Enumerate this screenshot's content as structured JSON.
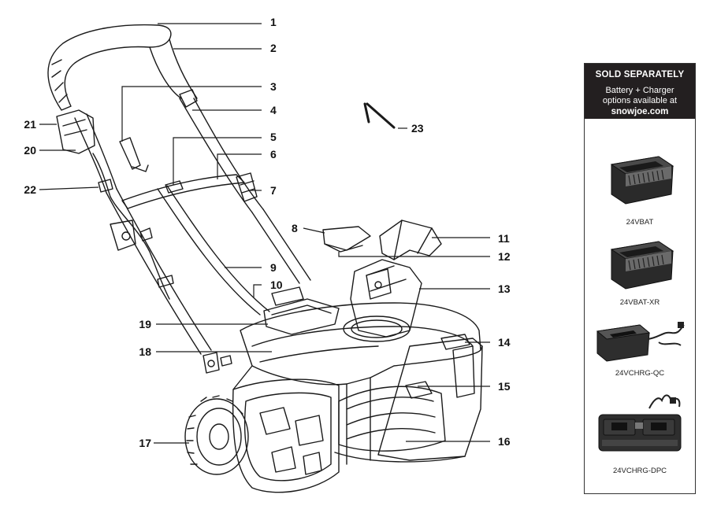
{
  "callouts": [
    {
      "id": "1",
      "label": "1"
    },
    {
      "id": "2",
      "label": "2"
    },
    {
      "id": "3",
      "label": "3"
    },
    {
      "id": "4",
      "label": "4"
    },
    {
      "id": "5",
      "label": "5"
    },
    {
      "id": "6",
      "label": "6"
    },
    {
      "id": "7",
      "label": "7"
    },
    {
      "id": "8",
      "label": "8"
    },
    {
      "id": "9",
      "label": "9"
    },
    {
      "id": "10",
      "label": "10"
    },
    {
      "id": "11",
      "label": "11"
    },
    {
      "id": "12",
      "label": "12"
    },
    {
      "id": "13",
      "label": "13"
    },
    {
      "id": "14",
      "label": "14"
    },
    {
      "id": "15",
      "label": "15"
    },
    {
      "id": "16",
      "label": "16"
    },
    {
      "id": "17",
      "label": "17"
    },
    {
      "id": "18",
      "label": "18"
    },
    {
      "id": "19",
      "label": "19"
    },
    {
      "id": "20",
      "label": "20"
    },
    {
      "id": "21",
      "label": "21"
    },
    {
      "id": "22",
      "label": "22"
    },
    {
      "id": "23",
      "label": "23"
    }
  ],
  "sold_separately": {
    "title": "SOLD SEPARATELY",
    "line1": "Battery + Charger",
    "line2": "options available at",
    "url": "snowjoe.com",
    "products": [
      {
        "label": "24VBAT",
        "icon": "battery-icon"
      },
      {
        "label": "24VBAT-XR",
        "icon": "battery-xr-icon"
      },
      {
        "label": "24VCHRG-QC",
        "icon": "quick-charger-icon"
      },
      {
        "label": "24VCHRG-DPC",
        "icon": "dual-port-charger-icon"
      }
    ]
  }
}
